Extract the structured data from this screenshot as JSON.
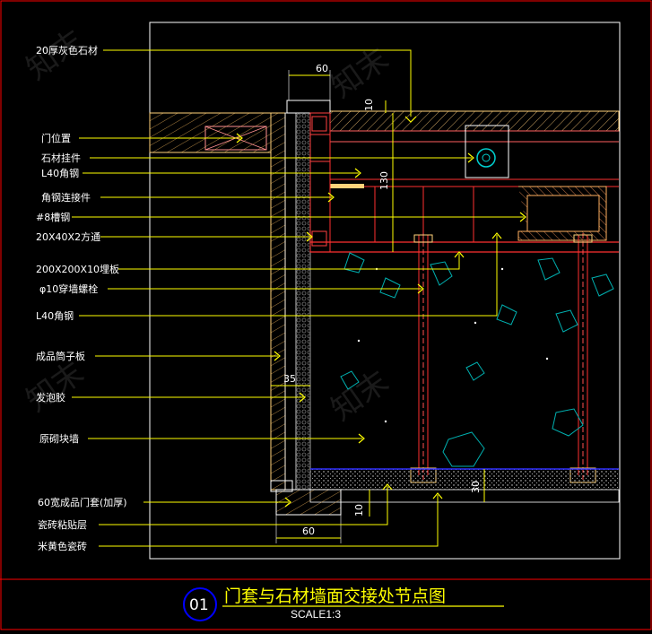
{
  "drawing": {
    "labels": [
      "20厚灰色石材",
      "门位置",
      "石材挂件",
      "L40角钢",
      "角钢连接件",
      "#8槽钢",
      "20X40X2方通",
      "200X200X10埋板",
      "φ10穿墙螺栓",
      "L40角钢",
      "成品筒子板",
      "发泡胶",
      "原砌块墙",
      "60宽成品门套(加厚)",
      "瓷砖粘贴层",
      "米黄色瓷砖"
    ],
    "dimensions": {
      "top_width": "60",
      "top_gap": "10",
      "height": "130",
      "wall": "35",
      "bottom_gap": "10",
      "bottom_width": "60",
      "floor": "30"
    },
    "title_block": {
      "number": "01",
      "title": "门套与石材墙面交接处节点图",
      "scale": "SCALE1:3"
    },
    "watermark": "知末"
  },
  "colors": {
    "background": "#000000",
    "frame": "#ff0000",
    "label_text": "#ffffff",
    "leader": "#ffff00",
    "steel": "#ff2020",
    "hatch": "#ffcc66",
    "concrete": "#00c0c0",
    "title_circle": "#0000ff"
  }
}
